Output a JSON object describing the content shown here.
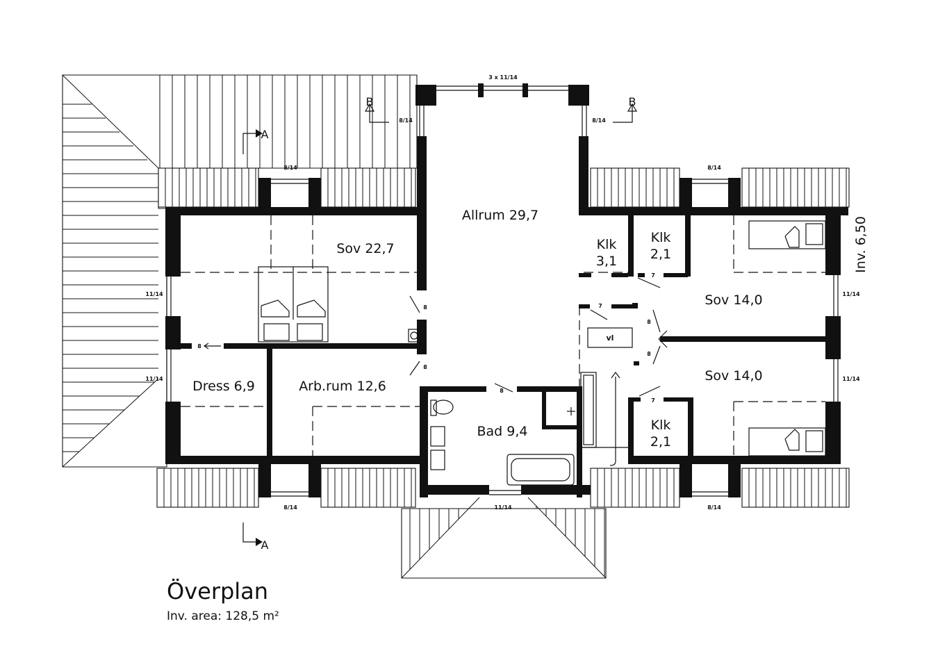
{
  "title": "Överplan",
  "subtitle": "Inv. area: 128,5 m²",
  "height_note": "Inv. 6,50",
  "rooms": {
    "allrum": "Allrum 29,7",
    "sov_main": "Sov 22,7",
    "dress": "Dress 6,9",
    "arbrum": "Arb.rum 12,6",
    "bad": "Bad 9,4",
    "klk1_a": "Klk",
    "klk1_b": "3,1",
    "klk2_a": "Klk",
    "klk2_b": "2,1",
    "klk3_a": "Klk",
    "klk3_b": "2,1",
    "sov_upper": "Sov 14,0",
    "sov_lower": "Sov 14,0",
    "vl": "vl"
  },
  "windows": {
    "top_gable": "3 x 11/14",
    "w1": "8/14",
    "w2": "8/14",
    "w3": "8/14",
    "w4": "8/14",
    "w5": "11/14",
    "w6": "11/14",
    "w7": "11/14",
    "w8": "11/14",
    "w9": "8/14",
    "w10": "11/14",
    "w11": "8/14"
  },
  "doors": {
    "d1": "8",
    "d2": "8",
    "d3": "8",
    "d4": "8",
    "d5": "7",
    "d6": "7",
    "d7": "8",
    "d8": "8",
    "d9": "7"
  },
  "sections": {
    "b_left": "B",
    "b_right": "B",
    "a_top": "A",
    "a_bottom": "A"
  }
}
